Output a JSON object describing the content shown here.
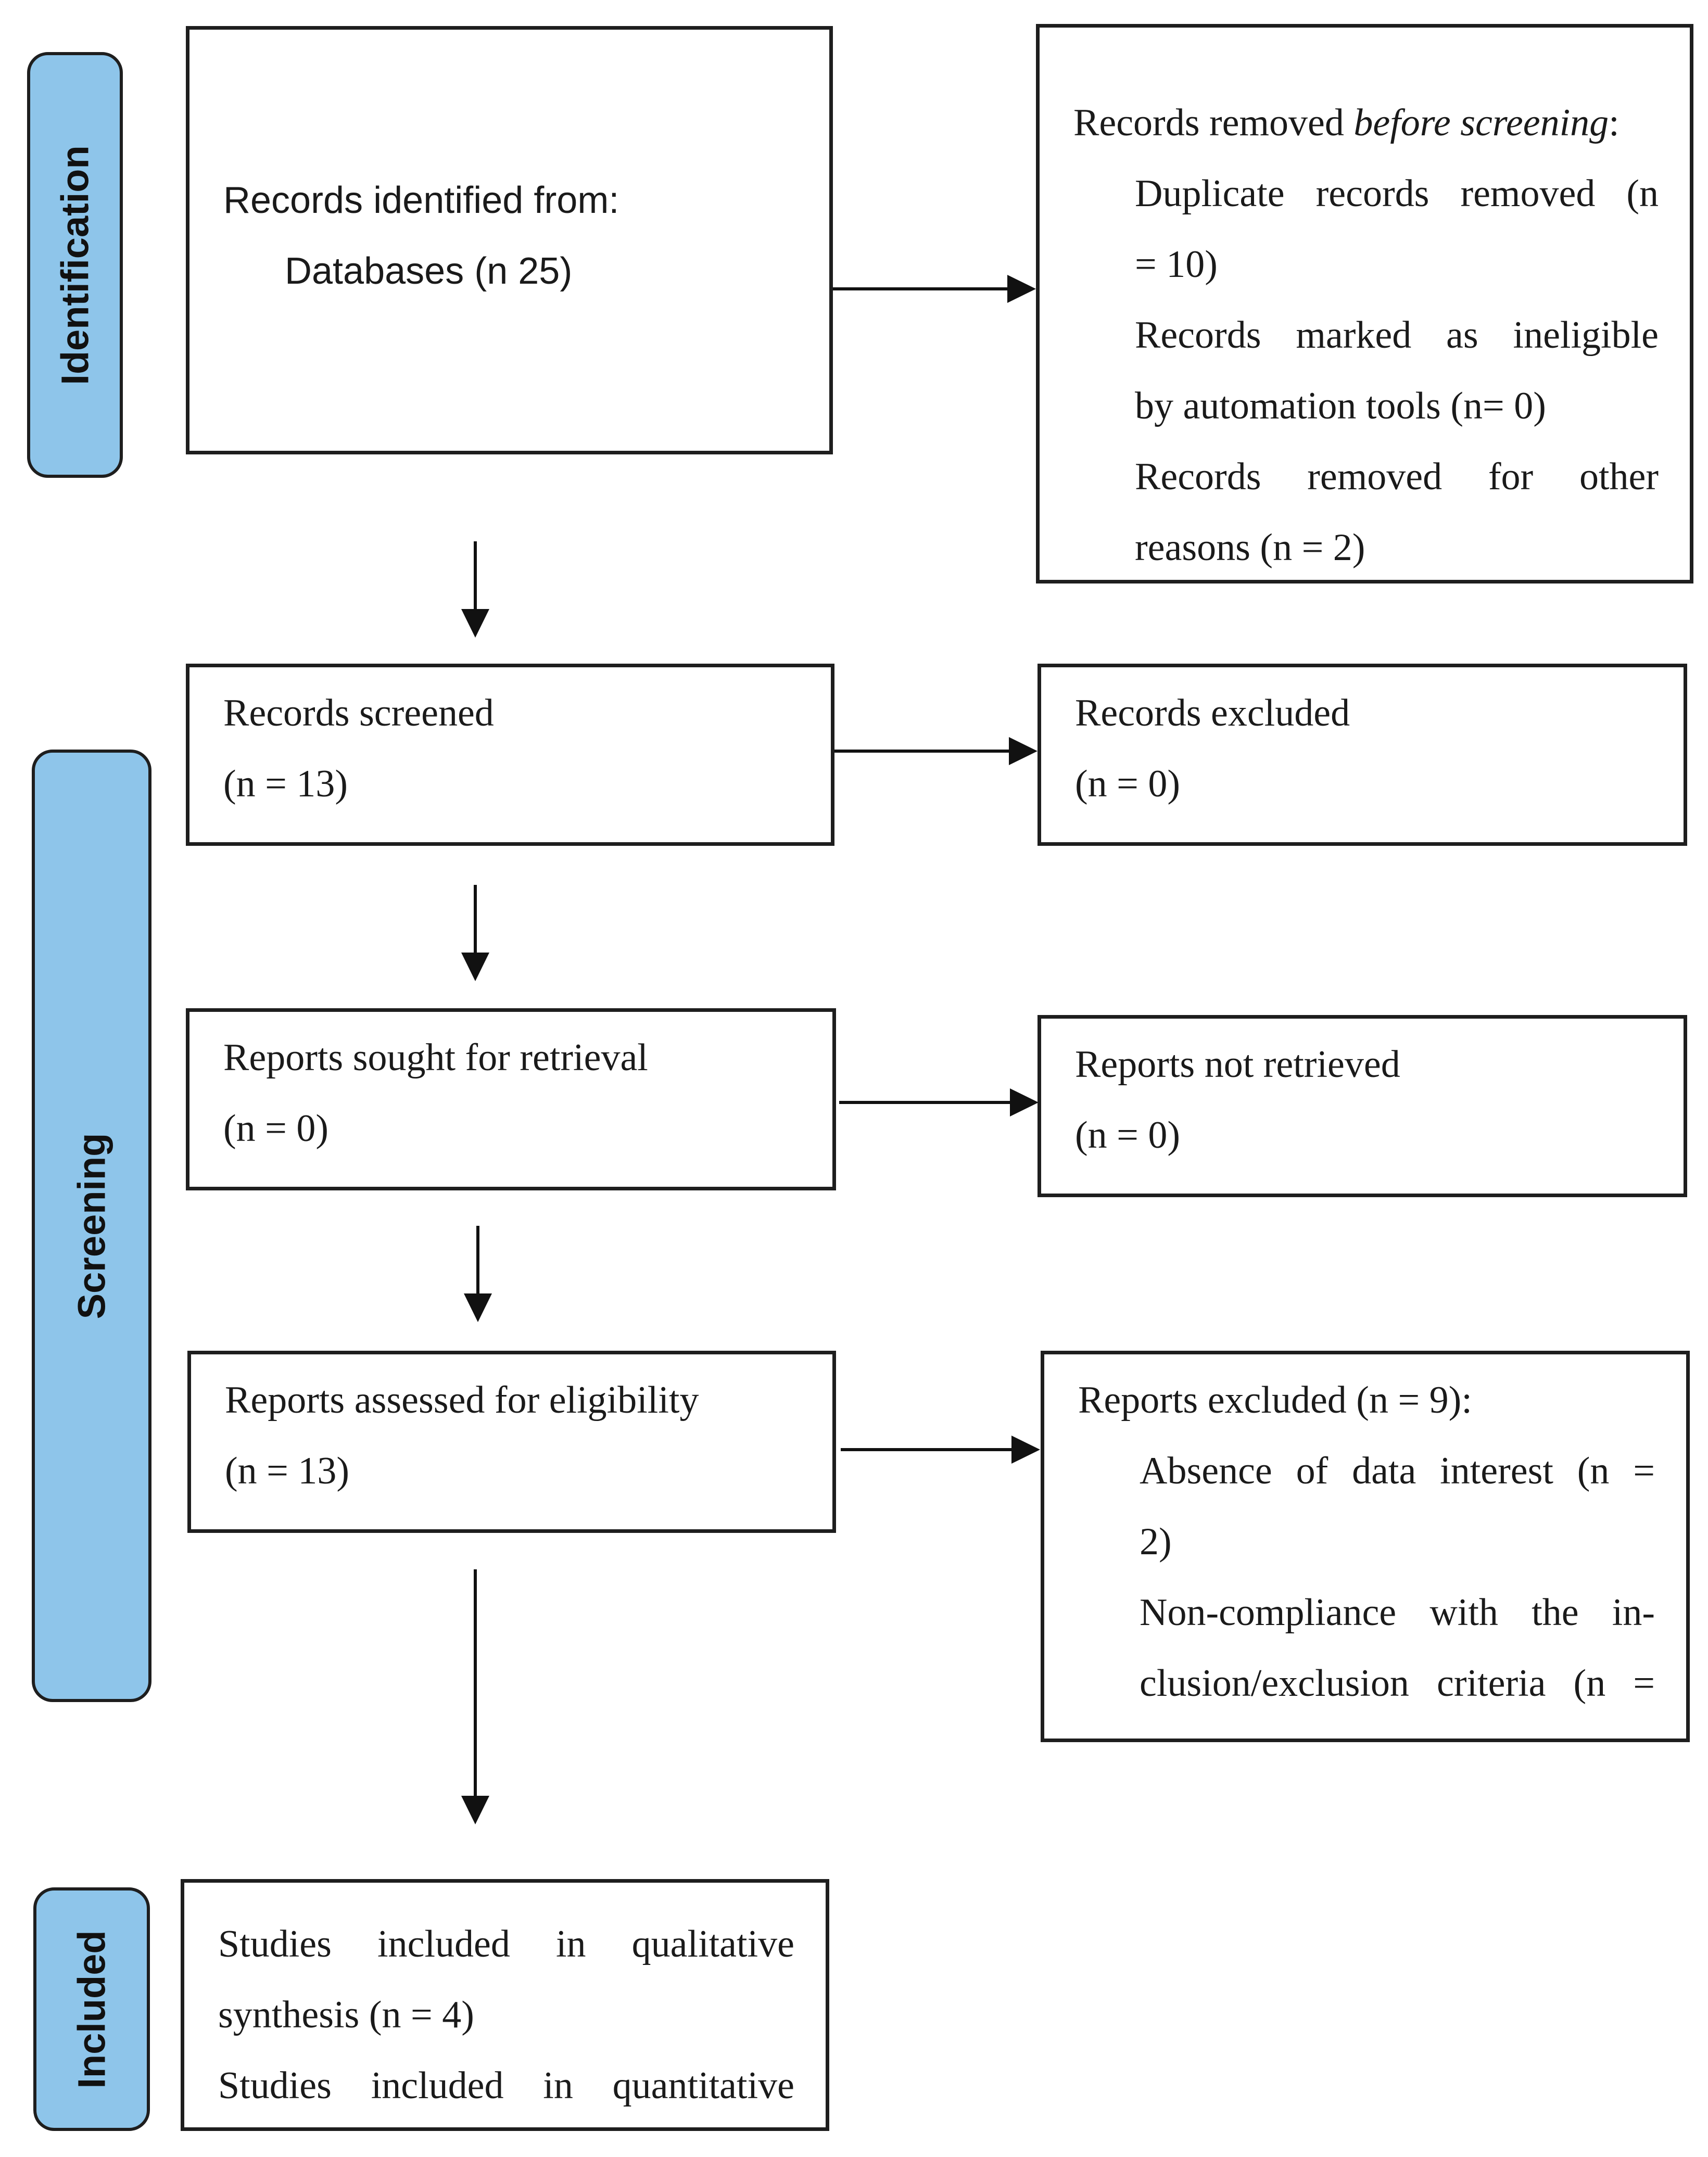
{
  "phases": {
    "identification": "Identification",
    "screening": "Screening",
    "included": "Included"
  },
  "identified": {
    "title": "Records identified from:",
    "databases": "Databases (n 25)"
  },
  "removed": {
    "title_prefix": "Records removed ",
    "title_em": "before screening",
    "title_suffix": ":",
    "duplicate_l1": "Duplicate records removed (n",
    "duplicate_l2": "= 10)",
    "ineligible_l1": "Records marked as ineligible",
    "ineligible_l2": "by automation tools (n= 0)",
    "other_l1": "Records removed for other",
    "other_l2": "reasons (n = 2)"
  },
  "screened": {
    "title": "Records screened",
    "count": "(n = 13)"
  },
  "excluded": {
    "title": "Records excluded",
    "count": "(n = 0)"
  },
  "sought": {
    "title": "Reports sought for retrieval",
    "count": "(n = 0)"
  },
  "not_retrieved": {
    "title": "Reports not retrieved",
    "count": "(n = 0)"
  },
  "assessed": {
    "title": "Reports assessed for eligibility",
    "count": "(n = 13)"
  },
  "reports_excluded": {
    "title": "Reports excluded (n = 9):",
    "absence_l1": "Absence of data interest (n =",
    "absence_l2": "2)",
    "noncompliance_l1": "Non-compliance with the in-",
    "noncompliance_l2": "clusion/exclusion criteria (n ="
  },
  "included_studies": {
    "qual_l1": "Studies included in qualitative",
    "qual_l2": "synthesis (n = 4)",
    "quant_l1": "Studies included in quantitative"
  }
}
